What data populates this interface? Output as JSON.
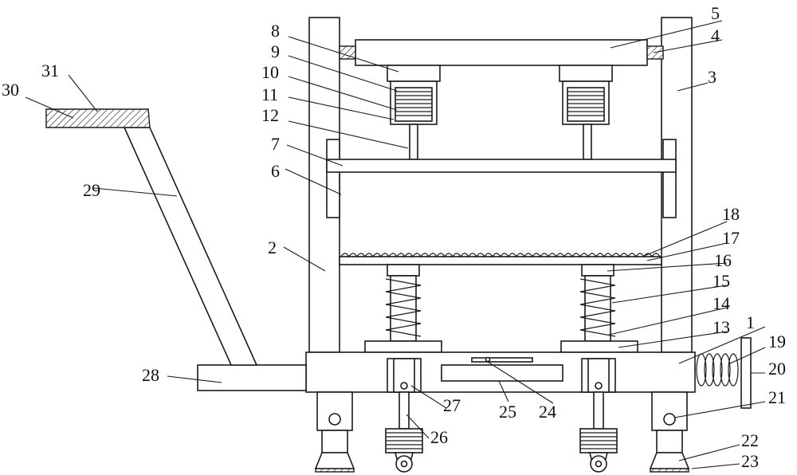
{
  "figure": {
    "callouts": [
      {
        "id": "c1",
        "text": "1"
      },
      {
        "id": "c2",
        "text": "2"
      },
      {
        "id": "c3",
        "text": "3"
      },
      {
        "id": "c4",
        "text": "4"
      },
      {
        "id": "c5",
        "text": "5"
      },
      {
        "id": "c6",
        "text": "6"
      },
      {
        "id": "c7",
        "text": "7"
      },
      {
        "id": "c8",
        "text": "8"
      },
      {
        "id": "c9",
        "text": "9"
      },
      {
        "id": "c10",
        "text": "10"
      },
      {
        "id": "c11",
        "text": "11"
      },
      {
        "id": "c12",
        "text": "12"
      },
      {
        "id": "c13",
        "text": "13"
      },
      {
        "id": "c14",
        "text": "14"
      },
      {
        "id": "c15",
        "text": "15"
      },
      {
        "id": "c16",
        "text": "16"
      },
      {
        "id": "c17",
        "text": "17"
      },
      {
        "id": "c18",
        "text": "18"
      },
      {
        "id": "c19",
        "text": "19"
      },
      {
        "id": "c20",
        "text": "20"
      },
      {
        "id": "c21",
        "text": "21"
      },
      {
        "id": "c22",
        "text": "22"
      },
      {
        "id": "c23",
        "text": "23"
      },
      {
        "id": "c24",
        "text": "24"
      },
      {
        "id": "c25",
        "text": "25"
      },
      {
        "id": "c26",
        "text": "26"
      },
      {
        "id": "c27",
        "text": "27"
      },
      {
        "id": "c28",
        "text": "28"
      },
      {
        "id": "c29",
        "text": "29"
      },
      {
        "id": "c30",
        "text": "30"
      },
      {
        "id": "c31",
        "text": "31"
      }
    ],
    "colors": {
      "ink": "#1a1a1a",
      "paper": "#ffffff"
    }
  }
}
